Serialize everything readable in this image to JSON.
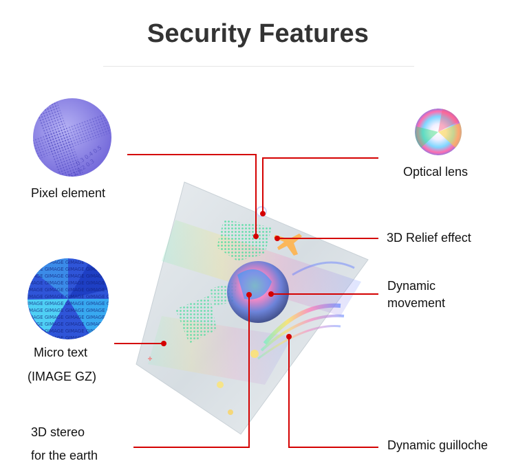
{
  "title": "Security Features",
  "features": {
    "pixel_element": "Pixel element",
    "optical_lens": "Optical lens",
    "relief_effect": "3D Relief effect",
    "dynamic_movement_line1": "Dynamic",
    "dynamic_movement_line2": "movement",
    "micro_text_line1": "Micro text",
    "micro_text_line2": "(IMAGE GZ)",
    "stereo_earth_line1": "3D stereo",
    "stereo_earth_line2": "for the earth",
    "dynamic_guilloche": "Dynamic guilloche"
  },
  "micro_text_sample": "IMAGE GZ",
  "colors": {
    "line": "#d40000",
    "title": "#333333"
  },
  "icons": [
    "pixel-element-icon",
    "optical-lens-icon",
    "micro-text-icon",
    "hologram-sticker"
  ]
}
